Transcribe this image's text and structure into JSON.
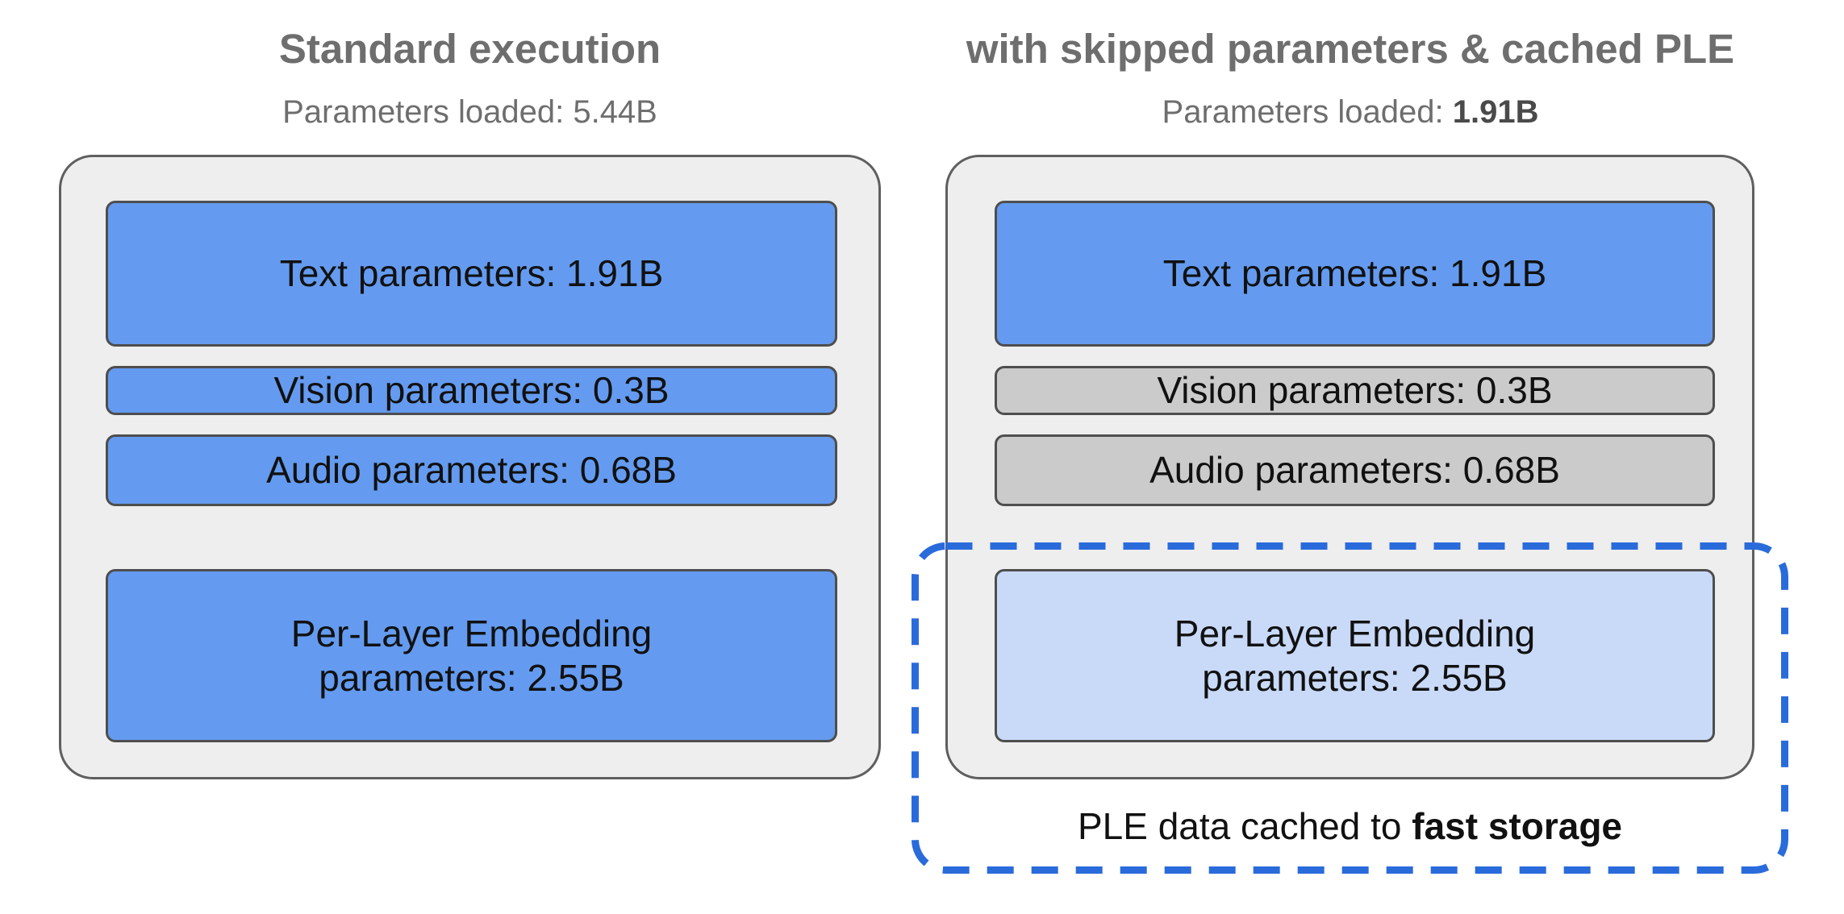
{
  "figure": {
    "left": {
      "title": "Standard execution",
      "subtitle_prefix": "Parameters loaded: ",
      "subtitle_value": "5.44B",
      "boxes": [
        {
          "id": "text",
          "label": "Text parameters: 1.91B",
          "style": "blue"
        },
        {
          "id": "vision",
          "label": "Vision parameters: 0.3B",
          "style": "blue"
        },
        {
          "id": "audio",
          "label": "Audio parameters: 0.68B",
          "style": "blue"
        },
        {
          "id": "ple",
          "label": "Per-Layer Embedding\nparameters: 2.55B",
          "style": "blue"
        }
      ]
    },
    "right": {
      "title": "with skipped parameters & cached PLE",
      "subtitle_prefix": "Parameters loaded: ",
      "subtitle_value": "1.91B",
      "boxes": [
        {
          "id": "text",
          "label": "Text parameters: 1.91B",
          "style": "blue"
        },
        {
          "id": "vision",
          "label": "Vision parameters: 0.3B",
          "style": "gray"
        },
        {
          "id": "audio",
          "label": "Audio parameters: 0.68B",
          "style": "gray"
        },
        {
          "id": "ple",
          "label": "Per-Layer Embedding\nparameters: 2.55B",
          "style": "lightblue"
        }
      ],
      "cache_note_prefix": "PLE data cached to ",
      "cache_note_bold": "fast storage"
    },
    "colors": {
      "loaded_param_blue": "#649bf0",
      "skipped_param_gray": "#cbcbcb",
      "cached_ple_lightblue": "#c9daf8",
      "container_fill": "#eeeeee",
      "container_border": "#5f5f5f",
      "box_border": "#4e4e4e",
      "dashed_outline_blue": "#2a6bdb",
      "heading_gray": "#6e6e6e",
      "text_black": "#111111"
    }
  }
}
